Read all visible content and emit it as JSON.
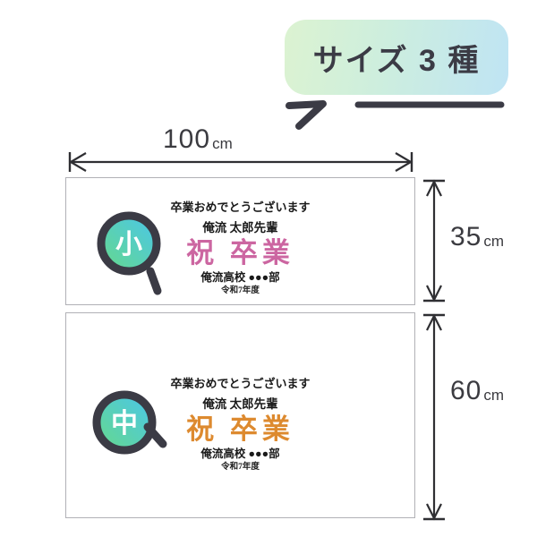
{
  "badge": {
    "label": "サイズ 3 種"
  },
  "dimensions": {
    "width": {
      "value": "100",
      "unit": "cm"
    },
    "height_small": {
      "value": "35",
      "unit": "cm"
    },
    "height_medium": {
      "value": "60",
      "unit": "cm"
    }
  },
  "banners": [
    {
      "size_badge": "小",
      "greeting": "卒業おめでとうございます",
      "recipient": "俺流 太郎先輩",
      "headline": "祝 卒業",
      "headline_color": "#cc66a1",
      "team": "俺流高校 ●●●部",
      "year": "令和7年度"
    },
    {
      "size_badge": "中",
      "greeting": "卒業おめでとうございます",
      "recipient": "俺流 太郎先輩",
      "headline": "祝 卒業",
      "headline_color": "#dd8a2f",
      "team": "俺流高校 ●●●部",
      "year": "令和7年度"
    }
  ],
  "colors": {
    "ink": "#3b3b45",
    "dimension_line": "#2f2f33",
    "banner_border": "#b1b1b6",
    "badge_gradient_start": "#dcf3d1",
    "badge_gradient_end": "#bfe4f4",
    "icon_gradient_start": "#66d98b",
    "icon_gradient_end": "#4ac6ea",
    "headline_small": "#cc66a1",
    "headline_medium": "#dd8a2f"
  }
}
